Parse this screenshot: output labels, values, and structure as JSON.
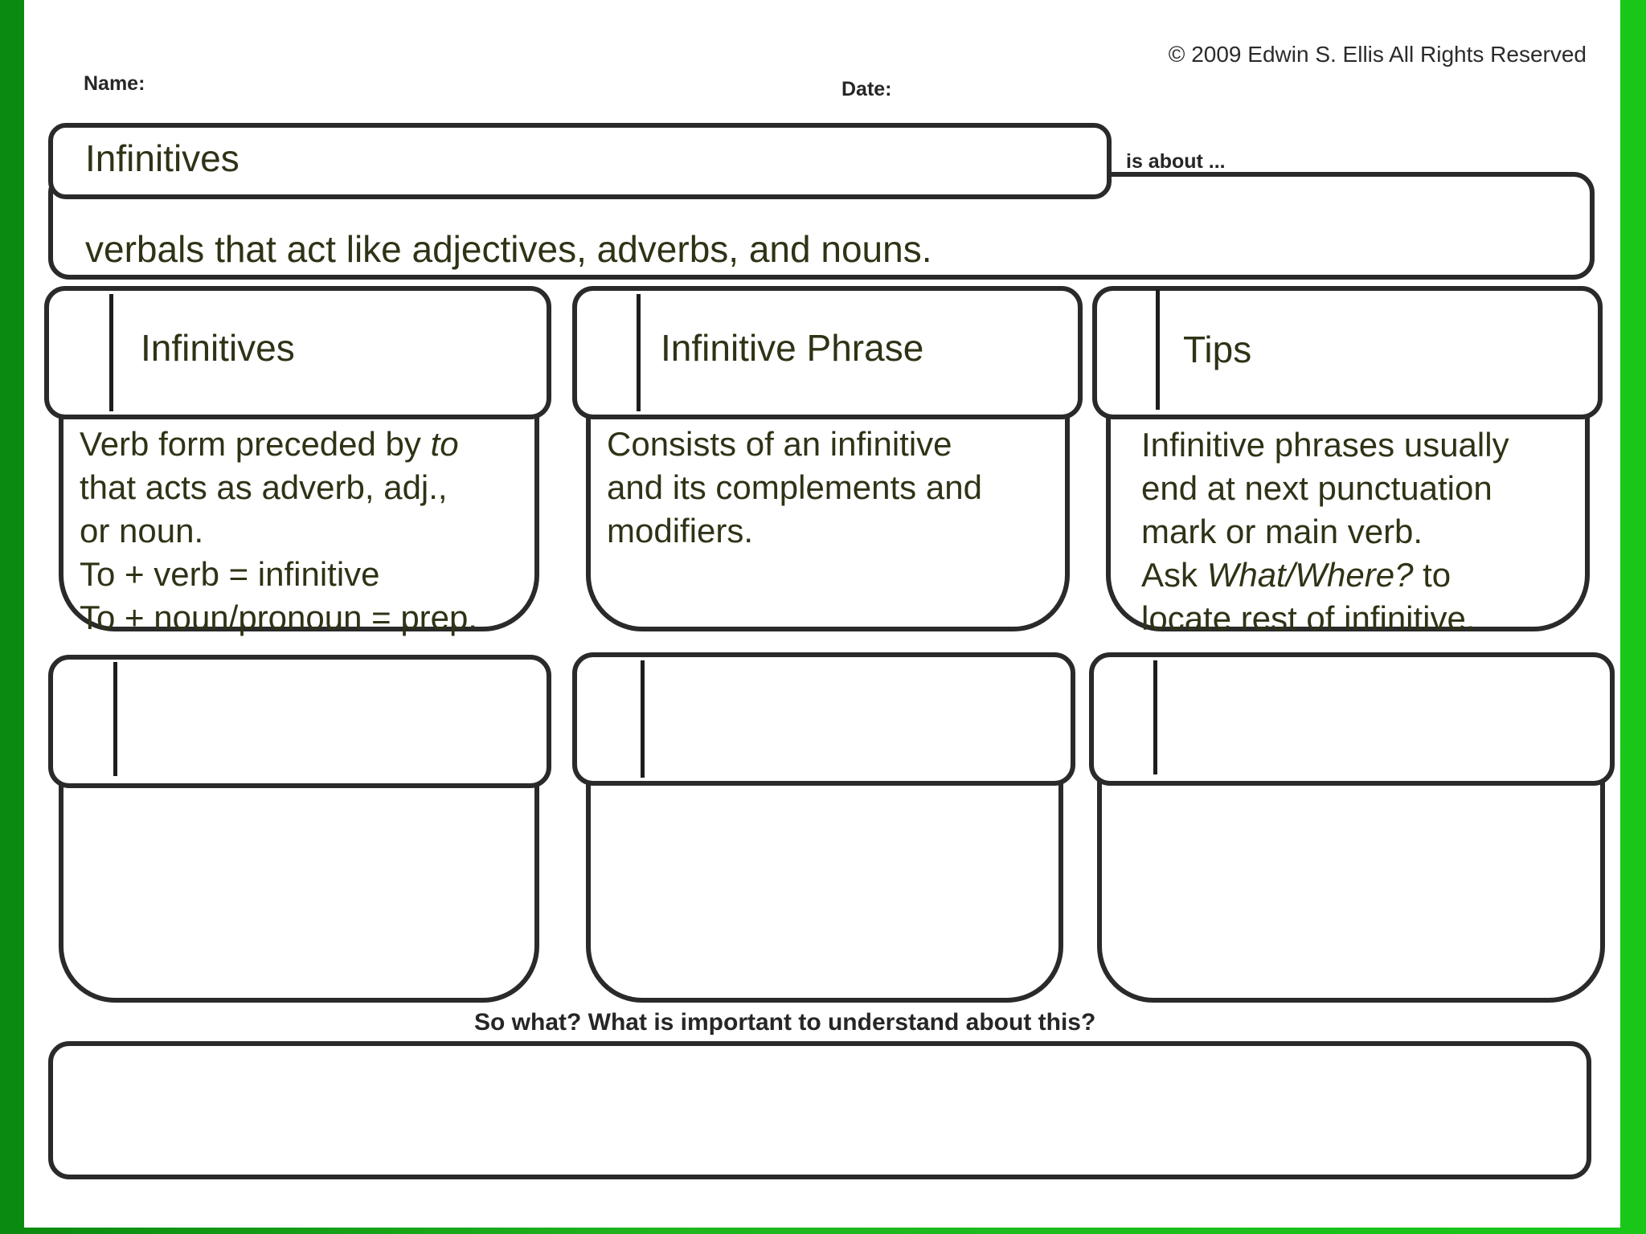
{
  "header": {
    "copyright": "© 2009 Edwin S. Ellis All Rights Reserved",
    "name_label": "Name:",
    "date_label": "Date:"
  },
  "topic": {
    "title": "Infinitives",
    "is_about_label": "is about ...",
    "summary": "verbals that act like adjectives, adverbs, and nouns."
  },
  "columns": [
    {
      "heading": "Infinitives",
      "body_lines": [
        {
          "before": "Verb form preceded by ",
          "italic": "to",
          "after": ""
        },
        {
          "before": "that acts as adverb, adj.,",
          "italic": "",
          "after": ""
        },
        {
          "before": "or noun.",
          "italic": "",
          "after": ""
        },
        {
          "before": "To + verb = infinitive",
          "italic": "",
          "after": ""
        },
        {
          "before": "To + noun/pronoun = prep.",
          "italic": "",
          "after": ""
        }
      ]
    },
    {
      "heading": "Infinitive Phrase",
      "body_lines": [
        {
          "before": "Consists of an infinitive",
          "italic": "",
          "after": ""
        },
        {
          "before": "and its complements and",
          "italic": "",
          "after": ""
        },
        {
          "before": "modifiers.",
          "italic": "",
          "after": ""
        }
      ]
    },
    {
      "heading": "Tips",
      "body_lines": [
        {
          "before": "Infinitive phrases usually",
          "italic": "",
          "after": ""
        },
        {
          "before": "end at next punctuation",
          "italic": "",
          "after": ""
        },
        {
          "before": "mark or main verb.",
          "italic": "",
          "after": ""
        },
        {
          "before": "Ask ",
          "italic": "What/Where?",
          "after": " to"
        },
        {
          "before": "locate rest of infinitive.",
          "italic": "",
          "after": ""
        }
      ]
    }
  ],
  "so_what": {
    "prompt": "So what?  What is important to understand about this?"
  }
}
